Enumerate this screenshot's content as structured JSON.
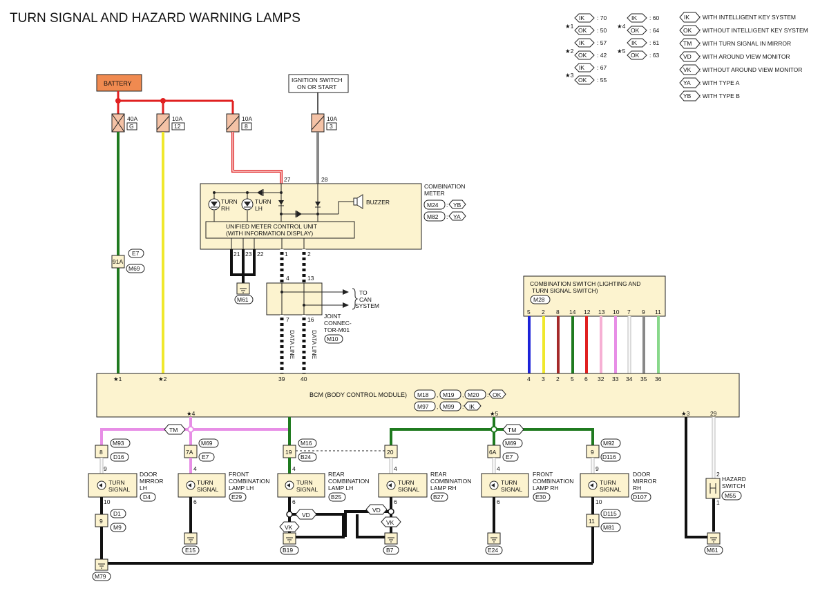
{
  "title": "TURN SIGNAL AND HAZARD WARNING LAMPS",
  "legend_codes": [
    {
      "code": "IK",
      "text": ": WITH INTELLIGENT KEY SYSTEM"
    },
    {
      "code": "OK",
      "text": ": WITHOUT INTELLIGENT KEY SYSTEM"
    },
    {
      "code": "TM",
      "text": ": WITH TURN SIGNAL IN MIRROR"
    },
    {
      "code": "VD",
      "text": ": WITH AROUND VIEW MONITOR"
    },
    {
      "code": "VK",
      "text": ": WITHOUT AROUND VIEW MONITOR"
    },
    {
      "code": "YA",
      "text": ": WITH TYPE A"
    },
    {
      "code": "YB",
      "text": ": WITH TYPE B"
    }
  ],
  "star_notes": [
    {
      "star": "★1",
      "ik": ": 70",
      "ok": ": 50"
    },
    {
      "star": "★2",
      "ik": ": 57",
      "ok": ": 42"
    },
    {
      "star": "★3",
      "ik": ": 67",
      "ok": ": 55"
    },
    {
      "star": "★4",
      "ik": ": 60",
      "ok": ": 64"
    },
    {
      "star": "★5",
      "ik": ": 61",
      "ok": ": 63"
    }
  ],
  "battery": "BATTERY",
  "ignition": {
    "line1": "IGNITION SWITCH",
    "line2": "ON OR START"
  },
  "fuses": [
    {
      "amp": "40A",
      "id": "G"
    },
    {
      "amp": "10A",
      "id": "12"
    },
    {
      "amp": "10A",
      "id": "8"
    },
    {
      "amp": "10A",
      "id": "3"
    }
  ],
  "combination_meter": {
    "title1": "COMBINATION",
    "title2": "METER",
    "m24": "M24",
    "yb": "YB",
    "m82": "M82",
    "ya": "YA",
    "turn_rh1": "TURN",
    "turn_rh2": "RH",
    "turn_lh1": "TURN",
    "turn_lh2": "LH",
    "buzzer": "BUZZER",
    "umcu1": "UNIFIED METER CONTROL UNIT",
    "umcu2": "(WITH INFORMATION DISPLAY)",
    "pin27": "27",
    "pin28": "28",
    "pin21": "21",
    "pin23": "23",
    "pin22": "22",
    "pin1": "1",
    "pin2": "2"
  },
  "ground_meter": "M61",
  "inline_91a": {
    "pin": "91A",
    "e": "E7",
    "m": "M69"
  },
  "joint_connector": {
    "line1": "JOINT",
    "line2": "CONNEC-",
    "line3": "TOR-M01",
    "conn": "M10",
    "pin4": "4",
    "pin13": "13",
    "pin7": "7",
    "pin16": "16",
    "to_can1": "TO",
    "to_can2": "CAN",
    "to_can3": "SYSTEM"
  },
  "data_line": "DATA LINE",
  "combination_switch": {
    "title1": "COMBINATION SWITCH (LIGHTING AND",
    "title2": "TURN SIGNAL SWITCH)",
    "conn": "M28",
    "top_pins": [
      "5",
      "2",
      "8",
      "14",
      "12",
      "13",
      "10",
      "7",
      "9",
      "11"
    ],
    "bcm_pins": [
      "4",
      "3",
      "2",
      "5",
      "6",
      "32",
      "33",
      "34",
      "35",
      "36"
    ]
  },
  "bcm": {
    "label": "BCM (BODY CONTROL MODULE)",
    "m18": "M18",
    "m19": "M19",
    "m20": "M20",
    "ok": "OK",
    "m97": "M97",
    "m99": "M99",
    "ik": "IK",
    "star1": "★1",
    "star2": "★2",
    "star4": "★4",
    "star5": "★5",
    "star3": "★3",
    "pin39": "39",
    "pin40": "40",
    "pin29": "29"
  },
  "tm": "TM",
  "vd": "VD",
  "vk": "VK",
  "components": [
    {
      "n1": "DOOR",
      "n2": "MIRROR",
      "n3": "LH",
      "conn": "D4",
      "pin_top": "9",
      "pin_bot": "10",
      "inline_pin": "8",
      "inline_tag": "M93",
      "inline_tag2": "D16"
    },
    {
      "n1": "FRONT",
      "n2": "COMBINATION",
      "n3": "LAMP LH",
      "conn": "E29",
      "pin_top": "4",
      "pin_bot": "6",
      "inline_pin": "7A",
      "inline_tag": "M69",
      "inline_tag2": "E7"
    },
    {
      "n1": "REAR",
      "n2": "COMBINATION",
      "n3": "LAMP LH",
      "conn": "B25",
      "pin_top": "4",
      "pin_bot": "6",
      "inline_pin": "19",
      "inline_tag": "M16",
      "inline_tag2": "B24"
    },
    {
      "n1": "REAR",
      "n2": "COMBINATION",
      "n3": "LAMP RH",
      "conn": "B27",
      "pin_top": "4",
      "pin_bot": "6",
      "inline_pin": "20",
      "inline_tag": "",
      "inline_tag2": ""
    },
    {
      "n1": "FRONT",
      "n2": "COMBINATION",
      "n3": "LAMP RH",
      "conn": "E30",
      "pin_top": "4",
      "pin_bot": "6",
      "inline_pin": "6A",
      "inline_tag": "M69",
      "inline_tag2": "E7"
    },
    {
      "n1": "DOOR",
      "n2": "MIRROR",
      "n3": "RH",
      "conn": "D107",
      "pin_top": "9",
      "pin_bot": "10",
      "inline_pin": "9",
      "inline_tag": "M92",
      "inline_tag2": "D116"
    }
  ],
  "turn_signal1": "TURN",
  "turn_signal2": "SIGNAL",
  "lower_inline_lh": {
    "pin": "9",
    "t1": "D1",
    "t2": "M9"
  },
  "lower_inline_rh": {
    "pin": "11",
    "t1": "D115",
    "t2": "M81"
  },
  "grounds": {
    "g1": "M79",
    "g2": "E15",
    "g3": "B19",
    "g4": "B7",
    "g5": "E24",
    "g6": "M61"
  },
  "hazard": {
    "line1": "HAZARD",
    "line2": "SWITCH",
    "conn": "M55",
    "pin2": "2",
    "pin1": "1"
  },
  "wire_colors": {
    "green": "#1f7a1f",
    "yellow": "#f0e82c",
    "red": "#e02020",
    "gray": "#888888",
    "pink": "#e78ee6",
    "blue": "#1c22d8",
    "brown": "#a52a2a",
    "lgreen": "#88d88a",
    "lightpink": "#f6b0d4",
    "white": "#f4f4f4"
  }
}
